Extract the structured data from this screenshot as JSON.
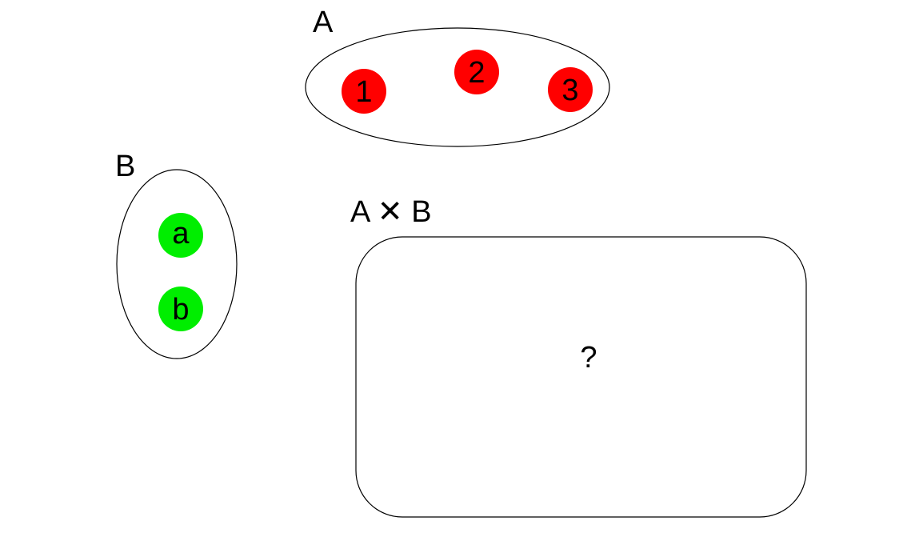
{
  "set_a": {
    "label": "A",
    "elements": [
      "1",
      "2",
      "3"
    ],
    "element_color": "#ff0000"
  },
  "set_b": {
    "label": "B",
    "elements": [
      "a",
      "b"
    ],
    "element_color": "#00ee00"
  },
  "product": {
    "label": "A ✕ B",
    "content": "?"
  }
}
